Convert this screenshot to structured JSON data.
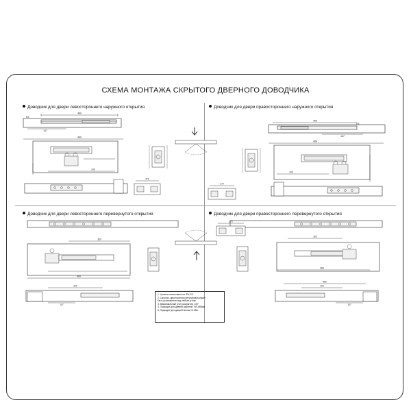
{
  "page": {
    "title": "СХЕМА МОНТАЖА СКРЫТОГО ДВЕРНОГО ДОВОДЧИКА"
  },
  "quadrants": [
    {
      "id": "tl",
      "title": "Доводчик для двери левостороннего наружного открытия"
    },
    {
      "id": "tr",
      "title": "Доводчик для двери правостороннего наружного открытия"
    },
    {
      "id": "bl",
      "title": "Доводчик для двери левостороннего перевернутого открытия"
    },
    {
      "id": "br",
      "title": "Доводчик для двери правостороннего перевернутого открытия"
    }
  ],
  "dimensions": {
    "d460": "460",
    "d147": "147",
    "d65": "6.5",
    "d200": "200",
    "d300": "300",
    "d4": "4",
    "d270": "270"
  },
  "notes": [
    "1. Уровень интенсивности: EN 2/3.",
    "2. Скрытая, двусторонняя регулировка может",
    "   быть установлена под любым углом.",
    "3. Максимальный угол раскрытия: 130°",
    "4. Подходит для дверей шириной 750-850мм.",
    "5. Подходит для дверей весом 10-35кг."
  ]
}
